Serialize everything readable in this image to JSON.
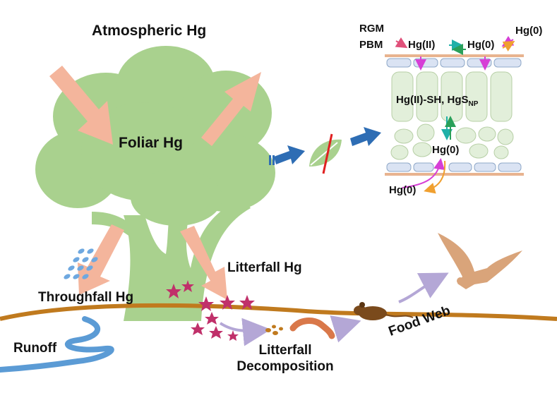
{
  "labels": {
    "atmospheric": "Atmospheric Hg",
    "foliar": "Foliar Hg",
    "throughfall": "Throughfall Hg",
    "litterfall": "Litterfall Hg",
    "runoff": "Runoff",
    "decomposition_1": "Litterfall",
    "decomposition_2": "Decomposition",
    "food_web": "Food Web"
  },
  "leaf_inset": {
    "rgm": "RGM",
    "pbm": "PBM",
    "hg2": "Hg(II)",
    "hg0_surface": "Hg(0)",
    "hg0_air": "Hg(0)",
    "complex": "Hg(II)-SH, HgS",
    "complex_subscript": "NP",
    "hg0_inner": "Hg(0)",
    "hg0_stomata": "Hg(0)"
  },
  "colors": {
    "flux_arrow": "#f4b59c",
    "tree": "#a9d18e",
    "soil_line": "#c07a1e",
    "river": "#5b9bd5",
    "uptake_arrow": "#2e6db4",
    "foodweb_arrow": "#b4a7d6",
    "leaf_litter": "#c0306a",
    "magenta": "#d63fd6",
    "orange": "#f0a030",
    "teal": "#1fb0a8",
    "green": "#2aa05a",
    "cell_fill": "#e2efda",
    "epidermis_fill": "#dae3f3"
  }
}
